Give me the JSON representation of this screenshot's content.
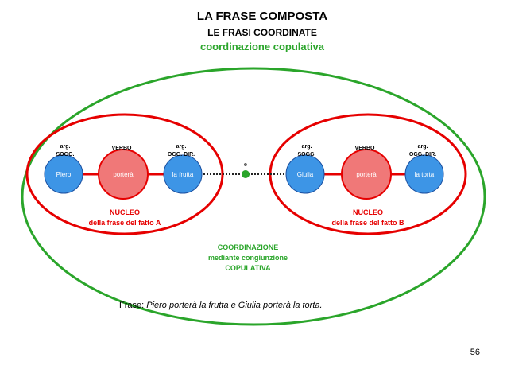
{
  "header": {
    "title": "LA FRASE COMPOSTA",
    "subtitle": "LE FRASI COORDINATE",
    "subtitle2": "coordinazione copulativa"
  },
  "nucleus_a": {
    "labels": {
      "arg_sogg_1": "arg.",
      "arg_sogg_2": "SOGG.",
      "verbo": "VERBO",
      "arg_ogg_1": "arg.",
      "arg_ogg_2": "OGG. DIR."
    },
    "subject": "Piero",
    "verb": "porterà",
    "object": "la frutta",
    "caption_1": "NUCLEO",
    "caption_2": "della frase del fatto A"
  },
  "nucleus_b": {
    "labels": {
      "arg_sogg_1": "arg.",
      "arg_sogg_2": "SOGG.",
      "verbo": "VERBO",
      "arg_ogg_1": "arg.",
      "arg_ogg_2": "OGG. DIR."
    },
    "subject": "Giulia",
    "verb": "porterà",
    "object": "la torta",
    "caption_1": "NUCLEO",
    "caption_2": "della frase del fatto B"
  },
  "conjunction": "e",
  "coordination": {
    "line1": "COORDINAZIONE",
    "line2": "mediante congiunzione",
    "line3": "COPULATIVA"
  },
  "sentence": {
    "prefix": "Frase: ",
    "text": "Piero porterà la frutta e Giulia porterà la torta."
  },
  "page_number": "56",
  "colors": {
    "green": "#2aa52a",
    "red": "#e60000",
    "blue": "#3d95e6",
    "pink": "#f07878"
  }
}
